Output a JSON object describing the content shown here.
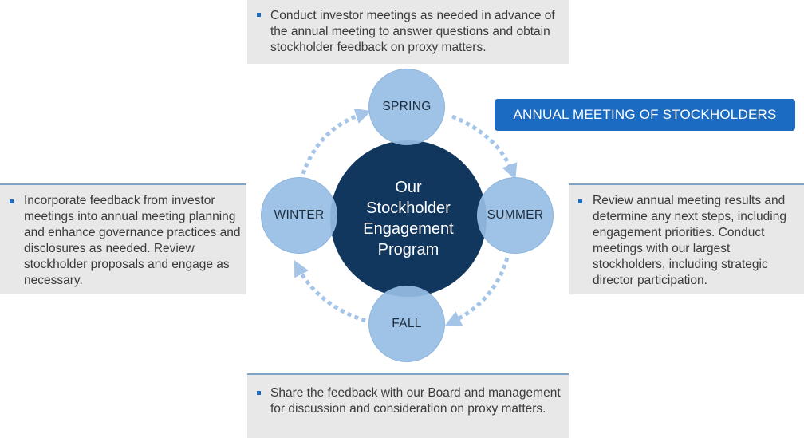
{
  "top_box": {
    "text": "Conduct investor meetings as needed in advance of the annual meeting to answer questions and obtain stockholder feedback on proxy matters."
  },
  "left_box": {
    "text": "Incorporate feedback from investor meetings into annual meeting planning and enhance governance practices and disclosures as needed. Review stockholder proposals and engage as necessary."
  },
  "right_box": {
    "text": "Review annual meeting results and determine any next steps, including engagement priorities. Conduct meetings with our largest stockholders, including strategic director participation."
  },
  "bottom_box": {
    "text": "Share the feedback with our Board and management for discussion and consideration on proxy matters."
  },
  "banner": {
    "label": "ANNUAL MEETING OF STOCKHOLDERS"
  },
  "center": {
    "line1": "Our",
    "line2": "Stockholder",
    "line3": "Engagement",
    "line4": "Program"
  },
  "seasons": {
    "spring": "SPRING",
    "summer": "SUMMER",
    "fall": "FALL",
    "winter": "WINTER"
  },
  "colors": {
    "center_circle": "#12375e",
    "season_circle": "#96bee4",
    "arrow": "#a5c5e8",
    "banner": "#1a6bc1",
    "bullet": "#1f6bbf",
    "box_bg": "#e8e8e9"
  }
}
